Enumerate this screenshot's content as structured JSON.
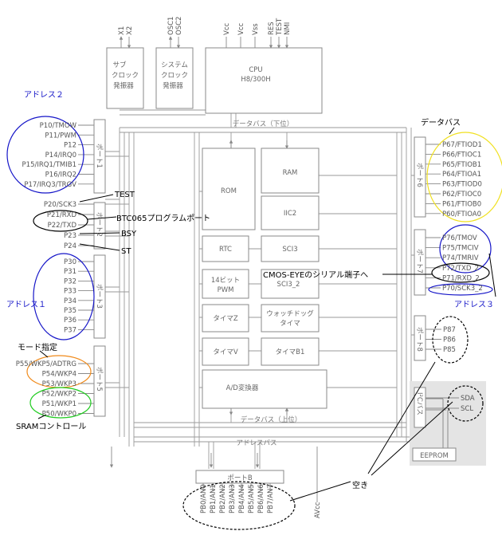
{
  "top_signals": {
    "subclock": [
      "X1",
      "X2"
    ],
    "sysclock": [
      "OSC1",
      "OSC2"
    ],
    "cpu": [
      "Vcc",
      "Vcc",
      "Vss",
      "RES",
      "TEST",
      "NMI"
    ]
  },
  "blocks": {
    "sub_clock": [
      "サブ",
      "クロック",
      "発振器"
    ],
    "sys_clock": [
      "システム",
      "クロック",
      "発振器"
    ],
    "cpu": [
      "CPU",
      "H8/300H"
    ],
    "rom": "ROM",
    "ram": "RAM",
    "iic2": "IIC2",
    "rtc": "RTC",
    "sci3": "SCI3",
    "pwm14": [
      "14ビット",
      "PWM"
    ],
    "sci3_2": "SCI3_2",
    "timer_z": "タイマZ",
    "watchdog": [
      "ウォッチドッグ",
      "タイマ"
    ],
    "timer_v": "タイマV",
    "timer_b1": "タイマB1",
    "adc": "A/D変換器",
    "eeprom": "EEPROM"
  },
  "ports": {
    "port1": "ポート1",
    "port2": "ポート2",
    "port3": "ポート3",
    "port5": "ポート5",
    "port6": "ポート6",
    "port7": "ポート7",
    "port8": "ポート8",
    "i2c_bus": "I²Cバス",
    "portB": "ポートB"
  },
  "buses": {
    "data_low": "データバス（下位）",
    "data_high": "データバス（上位）",
    "address": "アドレスバス"
  },
  "pins": {
    "p1": [
      "P10/TMOW",
      "P11/PWM",
      "P12",
      "P14/IRQ0",
      "P15/IRQ1/TMIB1",
      "P16/IRQ2",
      "P17/IRQ3/TRGV"
    ],
    "p2": [
      "P20/SCK3",
      "P21/RXD",
      "P22/TXD",
      "P23",
      "P24"
    ],
    "p3": [
      "P30",
      "P31",
      "P32",
      "P33",
      "P34",
      "P35",
      "P36",
      "P37"
    ],
    "p5": [
      "P55/WKP5/ADTRG",
      "P54/WKP4",
      "P53/WKP3",
      "P52/WKP2",
      "P51/WKP1",
      "P50/WKP0"
    ],
    "p6": [
      "P67/FTIOD1",
      "P66/FTIOC1",
      "P65/FTIOB1",
      "P64/FTIOA1",
      "P63/FTIOD0",
      "P62/FTIOC0",
      "P61/FTIOB0",
      "P60/FTIOA0"
    ],
    "p7": [
      "P76/TMOV",
      "P75/TMCIV",
      "P74/TMRIV",
      "P72/TXD_2",
      "P71/RXD_2",
      "P70/SCK3_2"
    ],
    "p8": [
      "P87",
      "P86",
      "P85"
    ],
    "i2c": [
      "SDA",
      "SCL"
    ],
    "pb": [
      "PB0/AN0",
      "PB1/AN1",
      "PB2/AN2",
      "PB3/AN3",
      "PB4/AN4",
      "PB5/AN5",
      "PB6/AN6",
      "PB7/AN7"
    ],
    "avcc": "AVcc"
  },
  "annotations": {
    "addr2": "アドレス２",
    "addr1": "アドレス１",
    "addr3": "アドレス３",
    "data_bus": "データバス",
    "test": "TEST",
    "btc": "BTC065プログラムポート",
    "bsy": "BSY",
    "st": "ST",
    "cmos": "CMOS-EYEのシリアル端子へ",
    "mode": "モード指定",
    "sram": "SRAMコントロール",
    "empty": "空き"
  },
  "colors": {
    "blue": "#1515c8",
    "yellow": "#f0e020",
    "orange": "#f08a1a",
    "green": "#22cc22",
    "block_line": "#8a8a8a",
    "i2c_fill": "#e4e4e4"
  }
}
